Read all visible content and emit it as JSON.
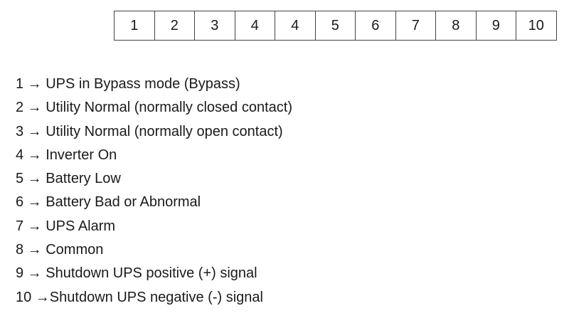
{
  "pins": [
    "1",
    "2",
    "3",
    "4",
    "4",
    "5",
    "6",
    "7",
    "8",
    "9",
    "10"
  ],
  "legend": [
    "1 → UPS in Bypass mode (Bypass)",
    "2 → Utility Normal (normally closed contact)",
    "3 → Utility Normal (normally open contact)",
    "4 → Inverter On",
    "5 → Battery Low",
    "6 → Battery Bad or Abnormal",
    "7 → UPS Alarm",
    "8 → Common",
    "9 → Shutdown UPS positive (+) signal",
    "10 →Shutdown UPS negative (-) signal"
  ]
}
